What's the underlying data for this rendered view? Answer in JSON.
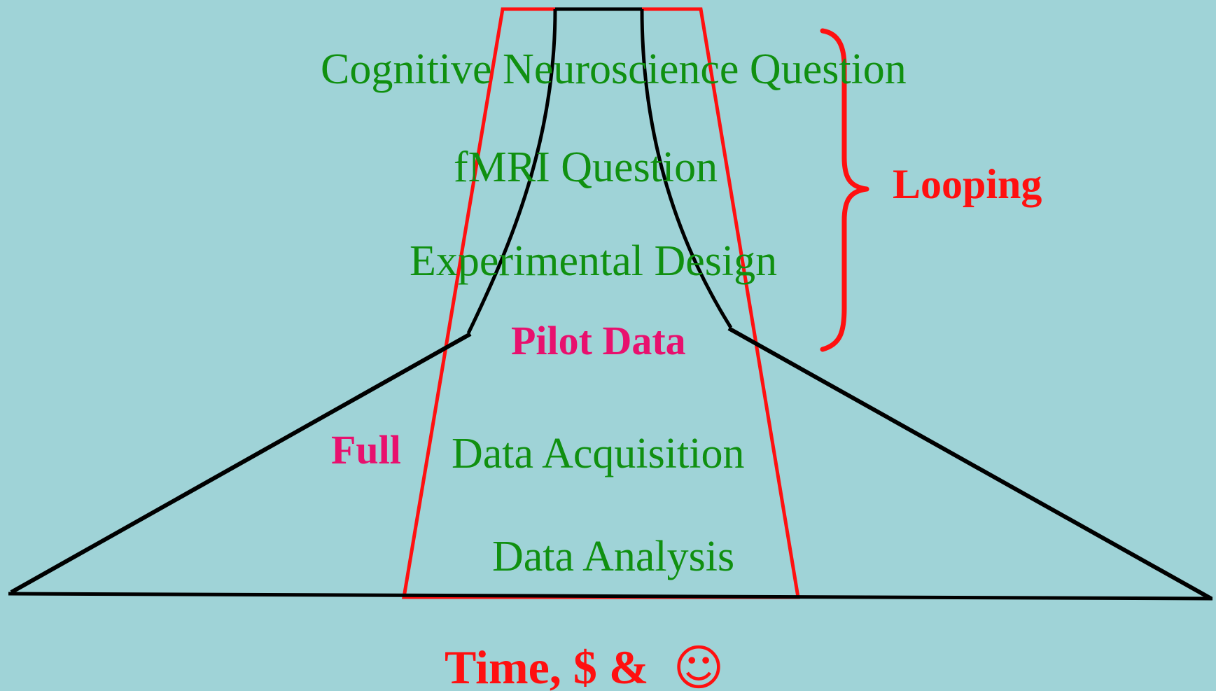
{
  "steps": {
    "cognitive_question": "Cognitive Neuroscience Question",
    "fmri_question": "fMRI Question",
    "experimental_design": "Experimental Design",
    "pilot_data": "Pilot Data",
    "data_acquisition": "Data Acquisition",
    "data_analysis": "Data Analysis"
  },
  "side_labels": {
    "looping": "Looping",
    "full": "Full"
  },
  "footer": {
    "text": "Time, $ & ",
    "smiley": "☺"
  },
  "colors": {
    "background": "#9fd3d7",
    "step_text": "#109010",
    "pilot_and_full": "#e8106e",
    "red_accent": "#ff1010",
    "funnel_outline": "#000000"
  }
}
